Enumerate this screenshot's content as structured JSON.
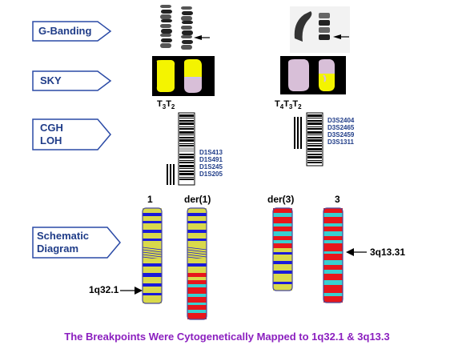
{
  "tags": {
    "gbanding": "G-Banding",
    "sky": "SKY",
    "cgh": "CGH",
    "loh": "LOH",
    "schematic": "Schematic",
    "diagram": "Diagram"
  },
  "sky_labels": {
    "left": {
      "t3": "T",
      "s3": "3",
      "t2": "T",
      "s2": "2"
    },
    "right": {
      "t4": "T",
      "s4": "4",
      "t3": "T",
      "s3": "3",
      "t2": "T",
      "s2": "2"
    }
  },
  "markers_left": [
    "D1S413",
    "D1S491",
    "D1S245",
    "D1S205"
  ],
  "markers_right": [
    "D3S2404",
    "D3S2465",
    "D3S2459",
    "D3S1311"
  ],
  "chromosome_labels": {
    "c1": "1",
    "der1": "der(1)",
    "der3": "der(3)",
    "c3": "3"
  },
  "breakpoints": {
    "left": "1q32.1",
    "right": "3q13.31"
  },
  "footer": "The Breakpoints Were Cytogenetically Mapped to 1q32.1 & 3q13.3",
  "colors": {
    "tag_border": "#2a4aa6",
    "tag_text": "#1f3c88",
    "footer": "#8b1fbf",
    "yellow": "#d9d94a",
    "blue": "#1a1ad9",
    "red": "#e8161b",
    "cyan": "#38d0d0",
    "sky_yellow": "#f4f400",
    "sky_pink": "#d8bfd8"
  }
}
